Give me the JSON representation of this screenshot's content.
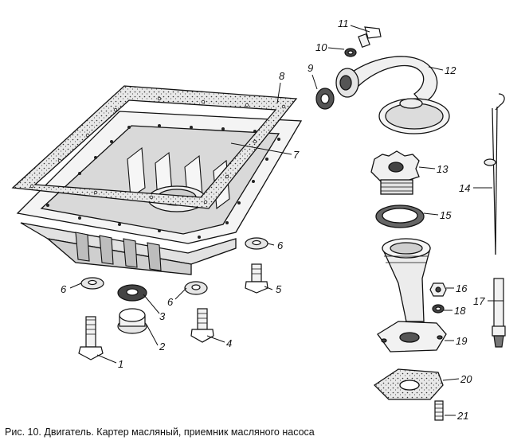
{
  "figure": {
    "caption": "Рис. 10. Двигатель. Картер масляный, приемник масляного насоса",
    "callouts": [
      {
        "id": "1",
        "label": "1"
      },
      {
        "id": "2",
        "label": "2"
      },
      {
        "id": "3",
        "label": "3"
      },
      {
        "id": "4",
        "label": "4"
      },
      {
        "id": "5",
        "label": "5"
      },
      {
        "id": "6a",
        "label": "6"
      },
      {
        "id": "6b",
        "label": "6"
      },
      {
        "id": "6c",
        "label": "6"
      },
      {
        "id": "7",
        "label": "7"
      },
      {
        "id": "8",
        "label": "8"
      },
      {
        "id": "9",
        "label": "9"
      },
      {
        "id": "10",
        "label": "10"
      },
      {
        "id": "11",
        "label": "11"
      },
      {
        "id": "12",
        "label": "12"
      },
      {
        "id": "13",
        "label": "13"
      },
      {
        "id": "14",
        "label": "14"
      },
      {
        "id": "15",
        "label": "15"
      },
      {
        "id": "16",
        "label": "16"
      },
      {
        "id": "17",
        "label": "17"
      },
      {
        "id": "18",
        "label": "18"
      },
      {
        "id": "19",
        "label": "19"
      },
      {
        "id": "20",
        "label": "20"
      },
      {
        "id": "21",
        "label": "21"
      }
    ]
  }
}
